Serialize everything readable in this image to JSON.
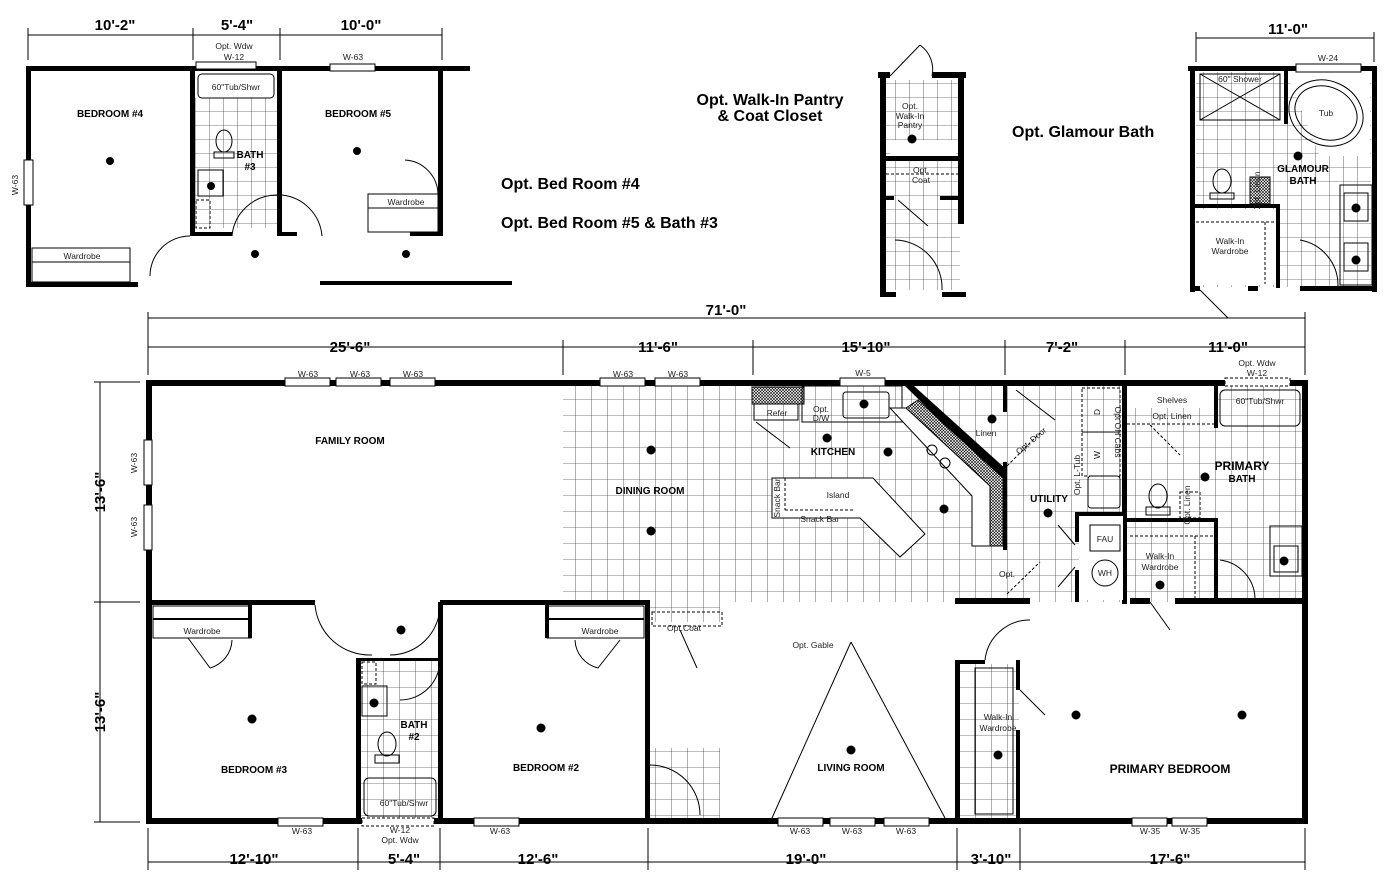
{
  "titles": {
    "opt_bed4": "Opt. Bed Room #4",
    "opt_bed5_bath3": "Opt. Bed Room #5 & Bath #3",
    "opt_pantry_1": "Opt. Walk-In Pantry",
    "opt_pantry_2": "& Coat Closet",
    "opt_glamour": "Opt. Glamour Bath"
  },
  "dimensions": {
    "overall": "71'-0\"",
    "top": [
      "25'-6\"",
      "11'-6\"",
      "15'-10\"",
      "7'-2\"",
      "11'-0\""
    ],
    "bottom": [
      "12'-10\"",
      "5'-4\"",
      "12'-6\"",
      "19'-0\"",
      "3'-10\"",
      "17'-6\""
    ],
    "left": [
      "13'-6\"",
      "13'-6\""
    ],
    "opt_left": [
      "10'-2\"",
      "5'-4\"",
      "10'-0\""
    ],
    "opt_glamour": "11'-0\""
  },
  "rooms": {
    "family_room": "FAMILY ROOM",
    "dining_room": "DINING ROOM",
    "kitchen": "KITCHEN",
    "utility": "UTILITY",
    "primary_bath_1": "PRIMARY",
    "primary_bath_2": "BATH",
    "bedroom3": "BEDROOM #3",
    "bath2_1": "BATH",
    "bath2_2": "#2",
    "bedroom2": "BEDROOM #2",
    "living_room": "LIVING ROOM",
    "primary_bedroom": "PRIMARY BEDROOM",
    "bedroom4": "BEDROOM #4",
    "bedroom5": "BEDROOM #5",
    "bath3_1": "BATH",
    "bath3_2": "#3",
    "glamour_1": "GLAMOUR",
    "glamour_2": "BATH"
  },
  "fixtures": {
    "w63": "W-63",
    "w5": "W-5",
    "w12": "W-12",
    "w35": "W-35",
    "w24": "W-24",
    "opt_wdw": "Opt. Wdw",
    "refer": "Refer",
    "opt_dw_1": "Opt.",
    "opt_dw_2": "D/W",
    "island": "Island",
    "snack_bar": "Snack Bar",
    "linen": "Linen",
    "opt_door": "Opt. Door",
    "opt": "Opt.",
    "d": "D",
    "w": "W",
    "opt_oh_cabs": "Opt OH Cabs",
    "opt_l_tub": "Opt. L-Tub",
    "fau": "FAU",
    "wh": "WH",
    "shelves": "Shelves",
    "opt_linen": "Opt. Linen",
    "tub_shwr": "60\"Tub/Shwr",
    "opt_linen_v": "Opt. Linen",
    "walk_in": "Walk-In",
    "wardrobe": "Wardrobe",
    "opt_coat": "Opt.Coat",
    "opt_gable": "Opt. Gable",
    "shower60": "60\" Shower",
    "tub": "Tub",
    "opt_walk_in": "Opt.",
    "walk_in_2": "Walk-In",
    "pantry": "Pantry",
    "coat": "Coat"
  }
}
